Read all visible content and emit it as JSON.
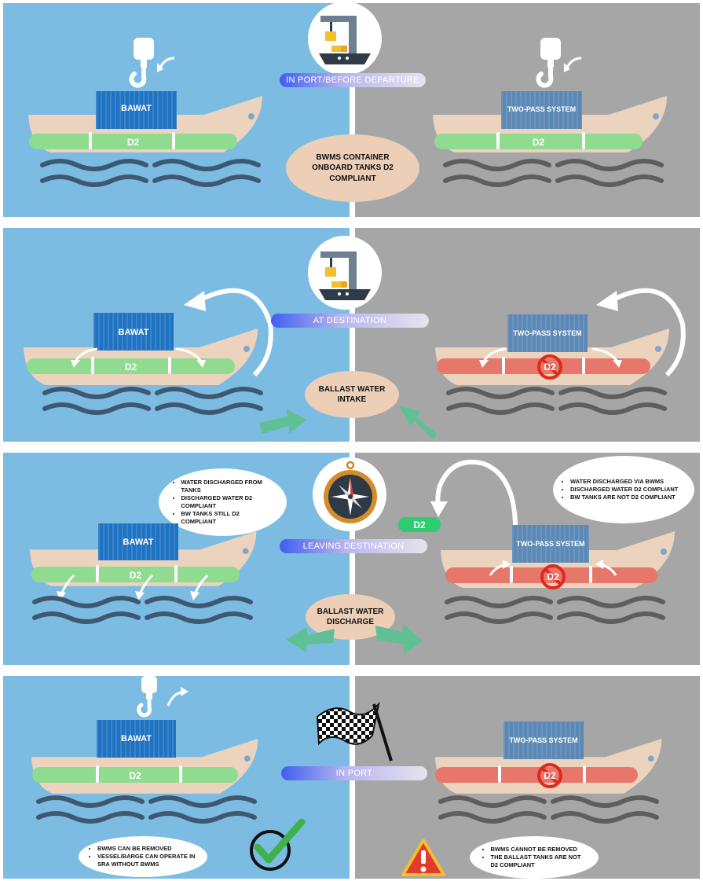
{
  "panels": [
    {
      "stage": "IN PORT/BEFORE DEPARTURE",
      "center_text": "BWMS CONTAINER ONBOARD TANKS D2 COMPLIANT",
      "left": {
        "container": "BAWAT",
        "tank": "D2"
      },
      "right": {
        "container": "TWO-PASS SYSTEM",
        "tank": "D2"
      }
    },
    {
      "stage": "AT DESTINATION",
      "center_text": "BALLAST WATER INTAKE",
      "left": {
        "container": "BAWAT",
        "tank": "D2"
      },
      "right": {
        "container": "TWO-PASS SYSTEM",
        "tank": "D2"
      }
    },
    {
      "stage": "LEAVING DESTINATION",
      "center_text": "BALLAST WATER DISCHARGE",
      "left": {
        "container": "BAWAT",
        "tank": "D2",
        "notes": [
          "WATER DISCHARGED FROM TANKS",
          "DISCHARGED WATER D2 COMPLIANT",
          "BW TANKS STILL D2 COMPLIANT"
        ]
      },
      "right": {
        "container": "TWO-PASS SYSTEM",
        "tank": "D2",
        "chip": "D2",
        "notes": [
          "WATER DISCHARGED VIA BWMS",
          "DISCHARGED WATER D2 COMPLIANT",
          "BW TANKS ARE NOT D2 COMPLIANT"
        ]
      }
    },
    {
      "stage": "IN PORT",
      "left": {
        "container": "BAWAT",
        "tank": "D2",
        "notes": [
          "BWMS CAN BE REMOVED",
          "VESSEL/BARGE CAN OPERATE IN SRA WITHOUT BWMS"
        ]
      },
      "right": {
        "container": "TWO-PASS SYSTEM",
        "tank": "D2",
        "notes": [
          "BWMS CANNOT BE REMOVED",
          "THE BALLAST TANKS ARE NOT D2 COMPLIANT"
        ]
      }
    }
  ],
  "icons": [
    "crane-hook-icon",
    "crane-ship-icon",
    "compass-icon",
    "checkered-flag-icon",
    "checkmark-icon",
    "warning-icon",
    "prohibited-icon",
    "wave-icon",
    "curved-arrow-icon"
  ],
  "colors": {
    "left_bg": "#7cbce3",
    "right_bg": "#a6a6a6",
    "hull": "#ecd3bd",
    "tank_ok": "#8fdb8f",
    "tank_bad": "#e8776b",
    "container_blue": "#1f73c2",
    "container_gray": "#5b88b5",
    "oval": "#eccfb6"
  }
}
